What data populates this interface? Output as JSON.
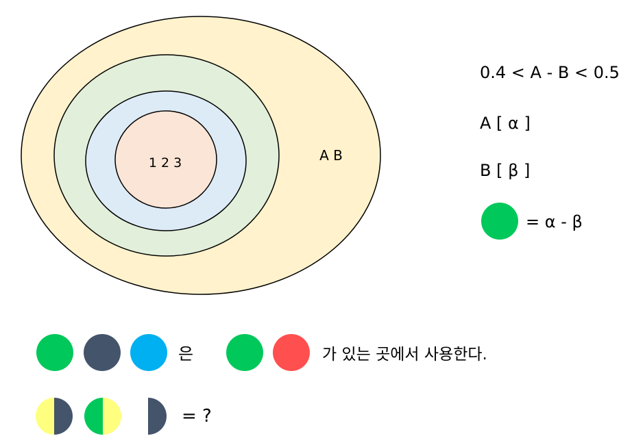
{
  "venn": {
    "center_label": "1 2 3",
    "outer_label": "A B",
    "colors": {
      "outer": "#FFF2CC",
      "second": "#E2EFDA",
      "third": "#DDEBF7",
      "inner": "#FBE5D6",
      "outline": "#000000"
    }
  },
  "legend": {
    "line1": "0.4 < A - B < 0.5",
    "line2": "A [ α ]",
    "line3": "B [ β ]",
    "line4": "= α - β",
    "marker_color": "#00C85A"
  },
  "row1": {
    "particle_1": "은",
    "sentence_end": "가 있는 곳에서 사용한다.",
    "colors": [
      "#00C85A",
      "#44546A",
      "#00B0F0",
      "#00C85A",
      "#FF4F4F"
    ]
  },
  "row2": {
    "equals_text": "= ?",
    "colors": {
      "yellow": "#FFFF7F",
      "navy": "#44546A",
      "green": "#00C85A"
    }
  }
}
